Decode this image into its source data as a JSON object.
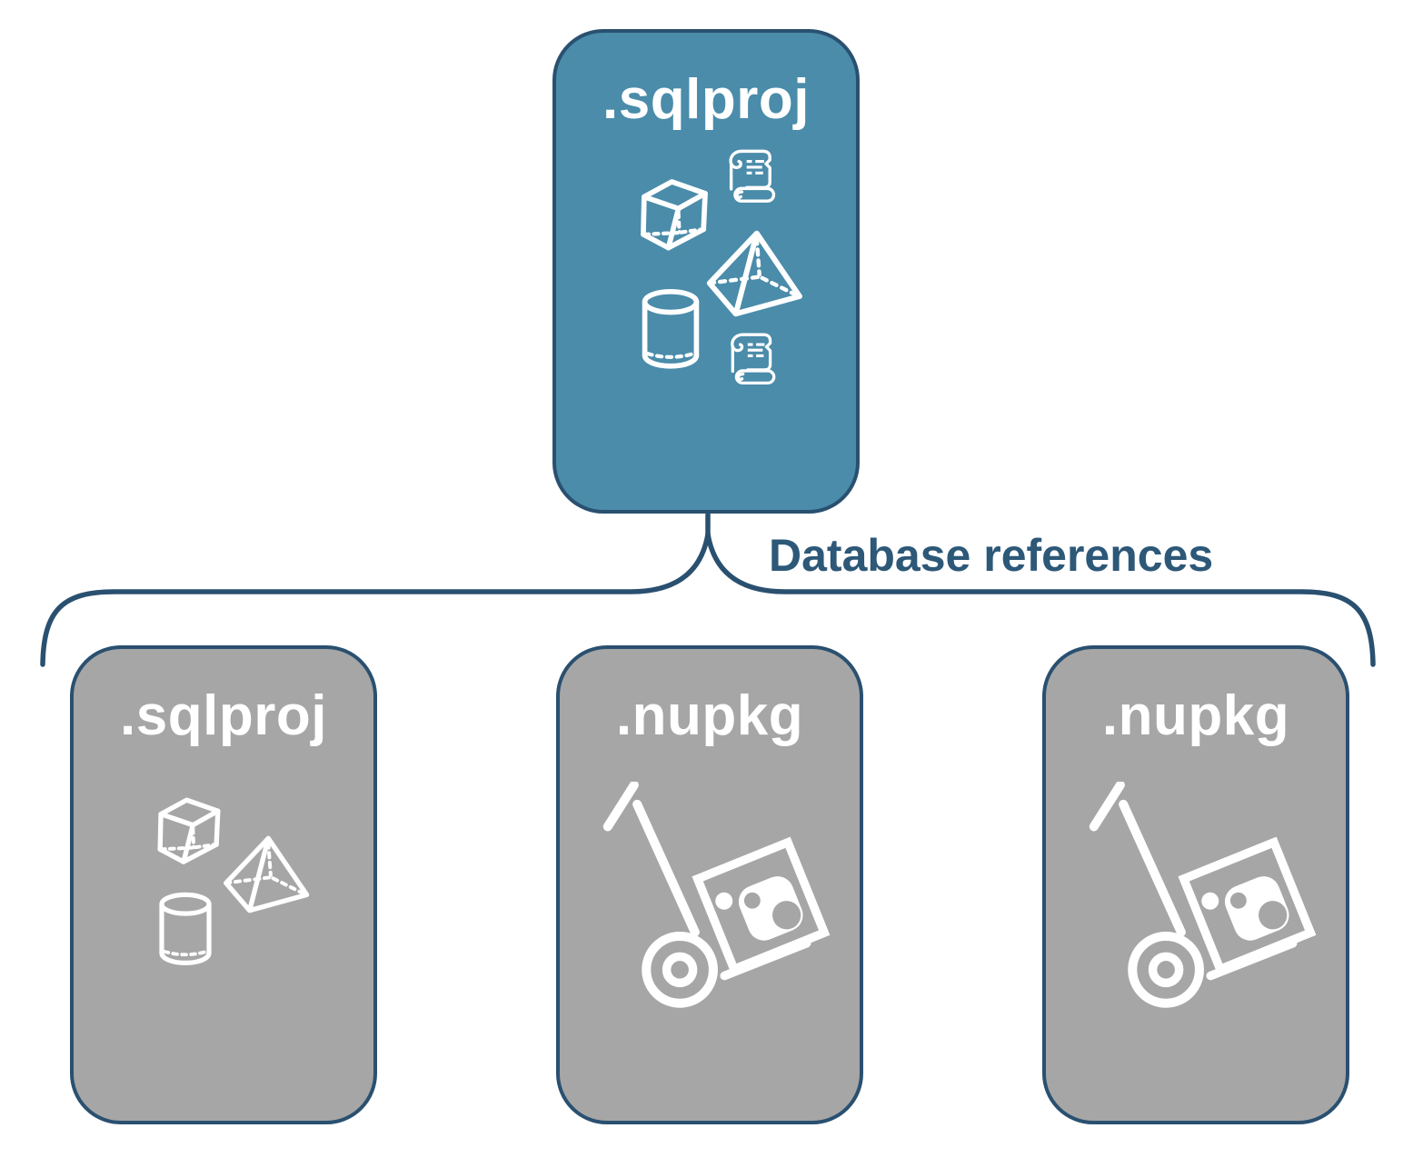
{
  "colors": {
    "teal": "#4a8caa",
    "gray": "#a6a6a6",
    "navy": "#2a5070",
    "label-navy": "#2d5878",
    "white": "#ffffff"
  },
  "parent": {
    "label": ".sqlproj",
    "icons": [
      "script-scroll-icon",
      "cube-icon",
      "pyramid-icon",
      "cylinder-icon",
      "script-scroll-icon"
    ]
  },
  "connector": {
    "label": "Database references"
  },
  "children": [
    {
      "label": ".sqlproj",
      "icons": [
        "cube-icon",
        "pyramid-icon",
        "cylinder-icon"
      ]
    },
    {
      "label": ".nupkg",
      "icons": [
        "nuget-handtruck-icon"
      ]
    },
    {
      "label": ".nupkg",
      "icons": [
        "nuget-handtruck-icon"
      ]
    }
  ]
}
